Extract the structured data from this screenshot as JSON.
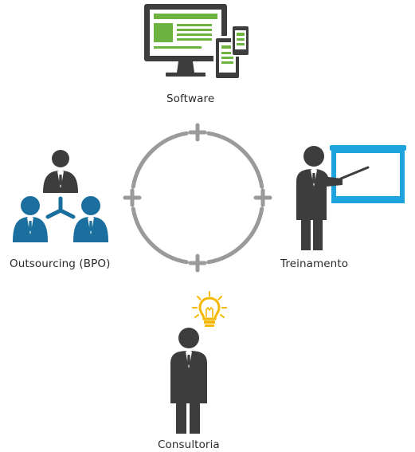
{
  "nodes": {
    "software": {
      "label": "Software",
      "icon": "devices-icon"
    },
    "outsourcing": {
      "label": "Outsourcing (BPO)",
      "icon": "team-network-icon"
    },
    "treinamento": {
      "label": "Treinamento",
      "icon": "presenter-icon"
    },
    "consultoria": {
      "label": "Consultoria",
      "icon": "consultant-idea-icon"
    }
  },
  "cycle": {
    "connector_symbol": "+",
    "connectors": 4
  },
  "colors": {
    "dark_gray": "#3d3d3d",
    "green": "#6cb33f",
    "blue": "#1a6f9e",
    "board_blue": "#1fa3dc",
    "ring_gray": "#9a9a9a",
    "yellow": "#f5b800"
  }
}
